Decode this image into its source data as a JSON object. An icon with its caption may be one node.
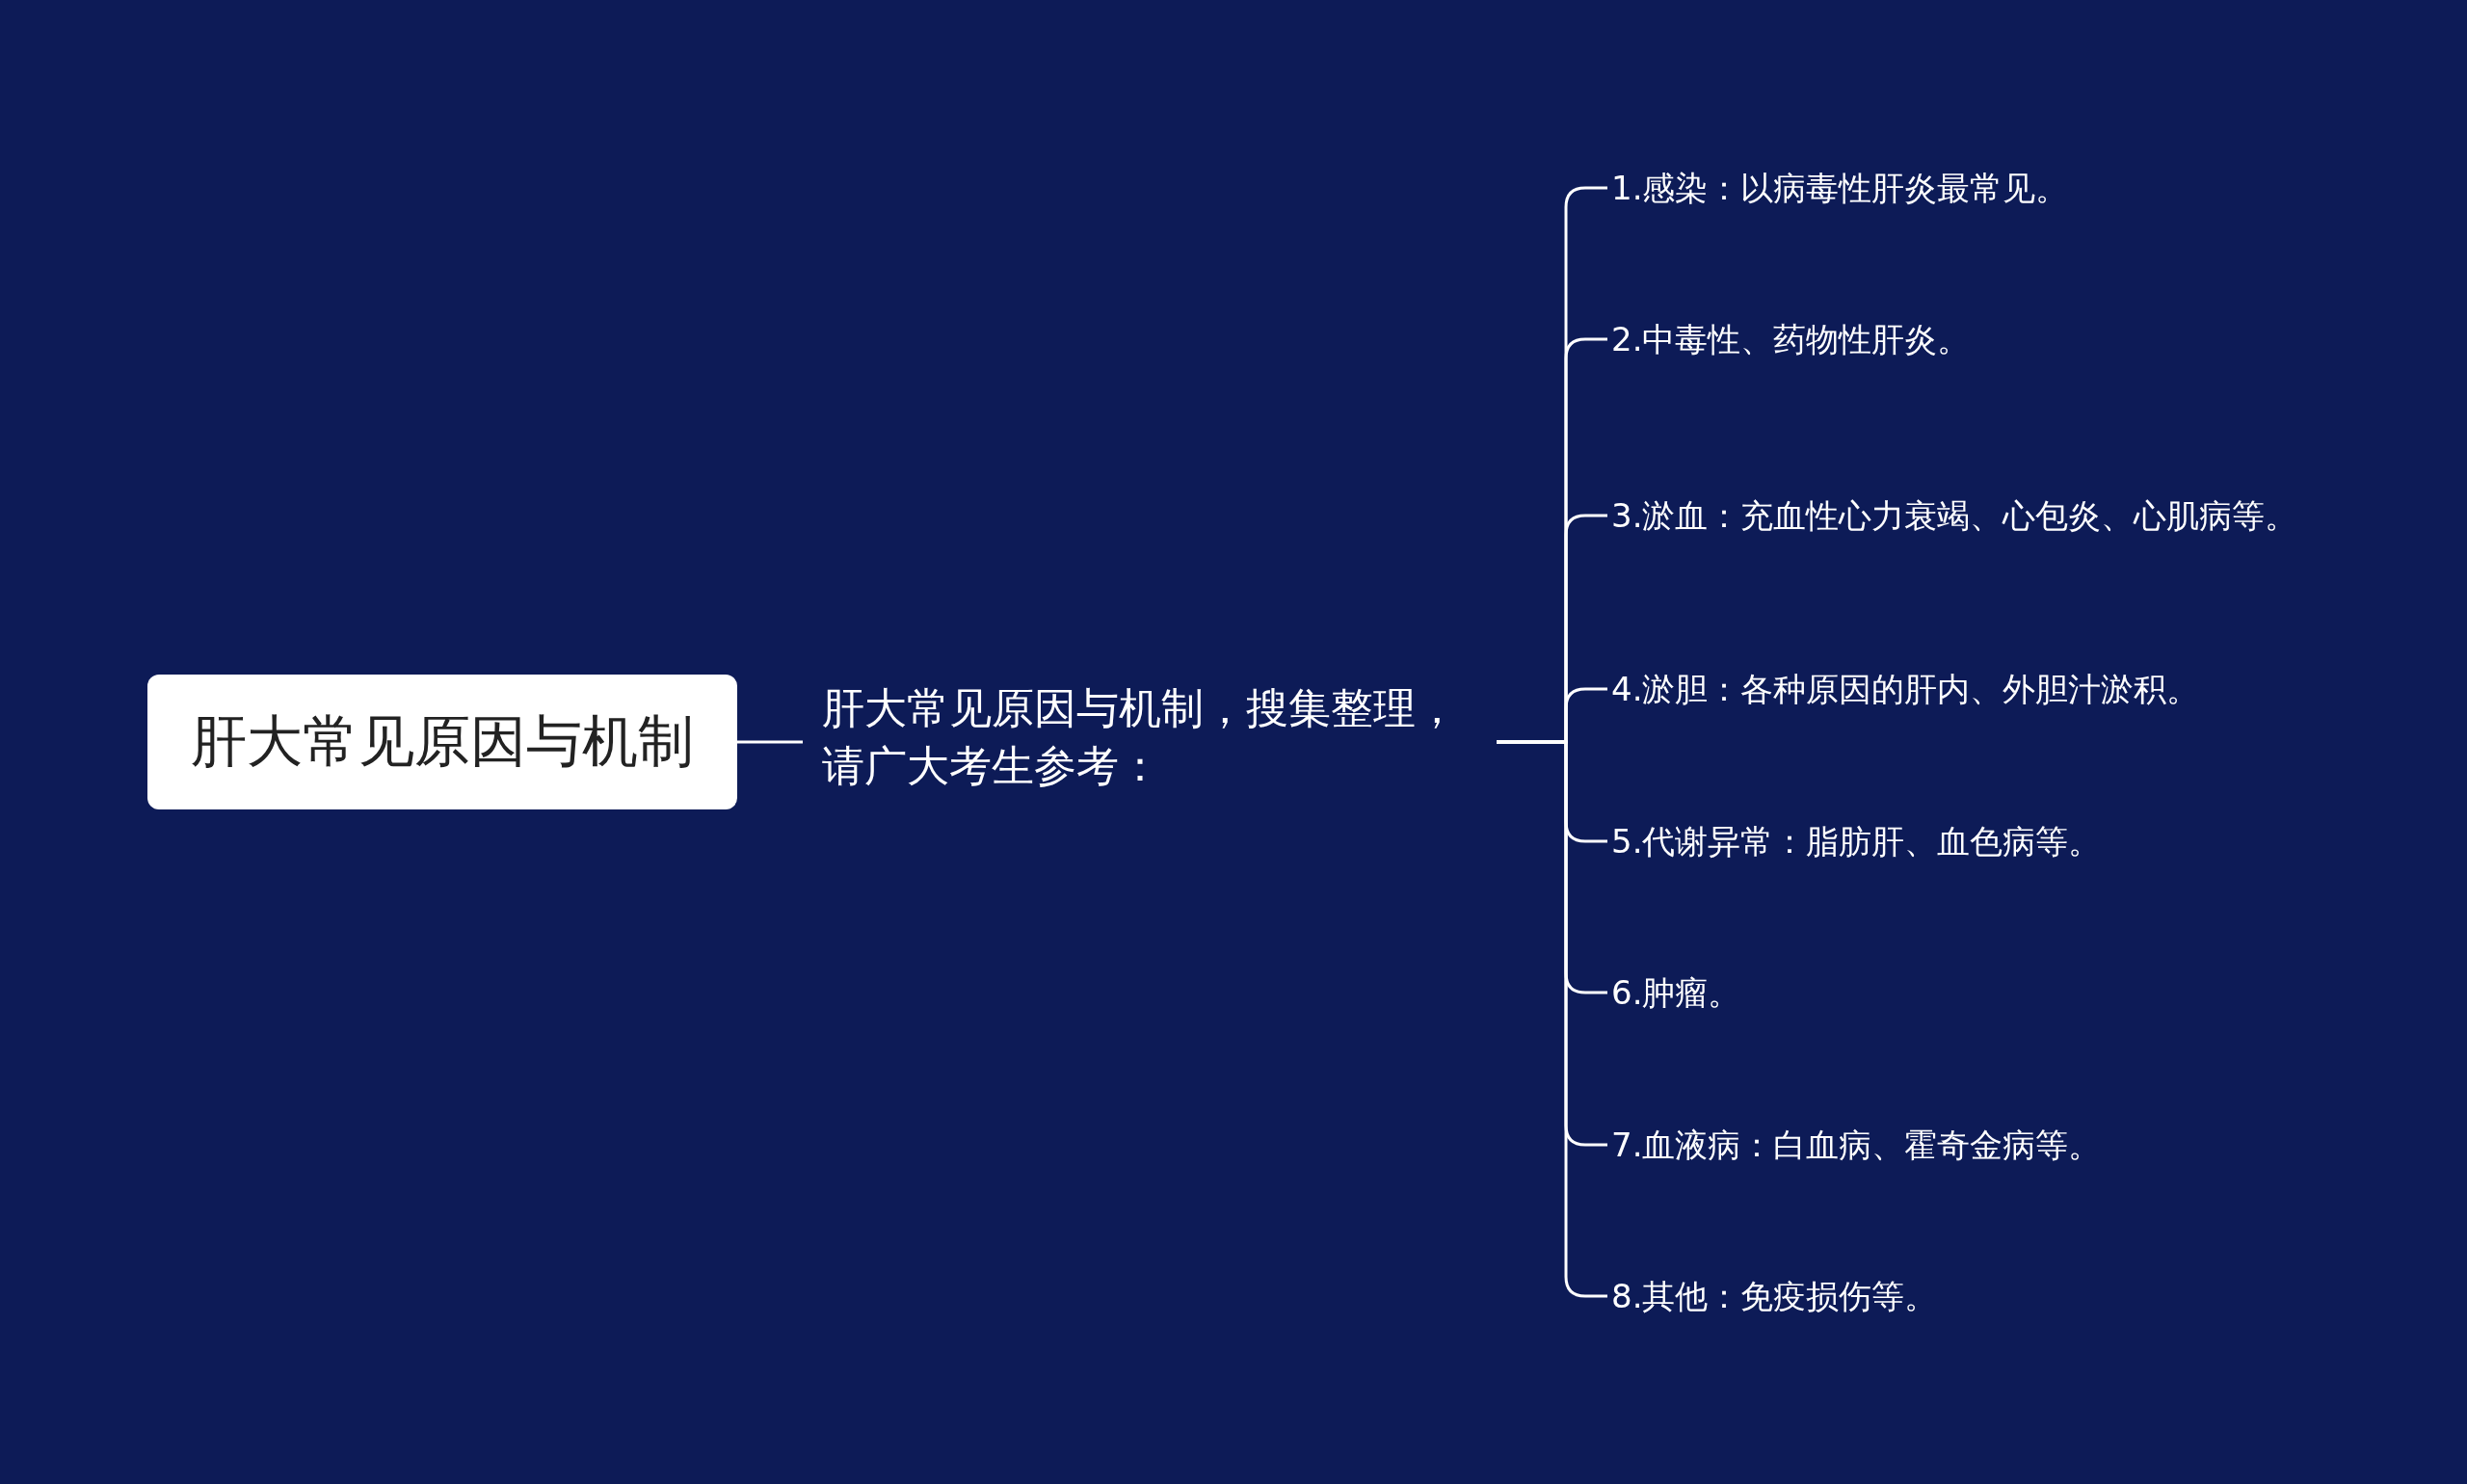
{
  "diagram": {
    "nodes": [
      {
        "text": [
          "肝大常见原因与机制"
        ]
      },
      {
        "text": [
          "肝大常见原因与机制，搜集整理，请广大考生参考："
        ]
      },
      {
        "text": [
          "1.感染：以病毒性肝炎最常见。"
        ]
      },
      {
        "text": [
          "2.中毒性、药物性肝炎。"
        ]
      },
      {
        "text": [
          "3.淤血：充血性心力衰竭、心包炎、心肌病等。"
        ]
      },
      {
        "text": [
          "4.淤胆：各种原因的肝内、外胆汁淤积。"
        ]
      },
      {
        "text": [
          "5.代谢异常：脂肪肝、血色病等。"
        ]
      },
      {
        "text": [
          "6.肿瘤。"
        ]
      },
      {
        "text": [
          "7.血液病：白血病、霍奇金病等。"
        ]
      },
      {
        "text": [
          "8.其他：免疫损伤等。"
        ]
      }
    ],
    "edges": [
      {
        "from": 0,
        "to": 1,
        "arrow": "none"
      },
      {
        "from": 1,
        "to": 2,
        "arrow": "none"
      },
      {
        "from": 1,
        "to": 3,
        "arrow": "none"
      },
      {
        "from": 1,
        "to": 4,
        "arrow": "none"
      },
      {
        "from": 1,
        "to": 5,
        "arrow": "none"
      },
      {
        "from": 1,
        "to": 6,
        "arrow": "none"
      },
      {
        "from": 1,
        "to": 7,
        "arrow": "none"
      },
      {
        "from": 1,
        "to": 8,
        "arrow": "none"
      },
      {
        "from": 1,
        "to": 9,
        "arrow": "none"
      }
    ]
  }
}
